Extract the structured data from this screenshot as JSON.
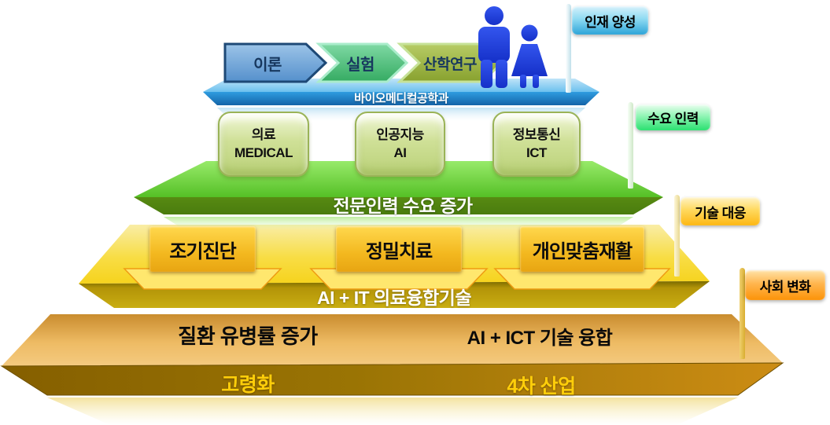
{
  "diagram": {
    "flags": [
      {
        "label": "인재 양성",
        "color": "#2da4d8"
      },
      {
        "label": "수요 인력",
        "color": "#2ae070"
      },
      {
        "label": "기술 대응",
        "color": "#fdb713"
      },
      {
        "label": "사회 변화",
        "color": "#fc9308"
      }
    ],
    "top_layer": {
      "platform_label": "바이오메디컬공학과",
      "platform_color": "#2f9ce0",
      "arrows": [
        {
          "label": "이론",
          "color": "#5590cc"
        },
        {
          "label": "실험",
          "color": "#35ab62"
        },
        {
          "label": "산학연구",
          "color": "#88a12e"
        }
      ],
      "people_icons": [
        "man-icon",
        "woman-icon"
      ]
    },
    "demand_layer": {
      "platform_label": "전문인력 수요 증가",
      "platform_color": "#55c026",
      "boxes": [
        {
          "line1": "의료",
          "line2": "MEDICAL"
        },
        {
          "line1": "인공지능",
          "line2": "AI"
        },
        {
          "line1": "정보통신",
          "line2": "ICT"
        }
      ]
    },
    "tech_layer": {
      "platform_label": "AI + IT 의료융합기술",
      "platform_color": "#f6d31d",
      "boxes": [
        {
          "label": "조기진단"
        },
        {
          "label": "정밀치료"
        },
        {
          "label": "개인맞춤재활"
        }
      ]
    },
    "base_layer": {
      "platform_color": "#f2c87e",
      "top_labels": [
        {
          "label": "질환 유병률 증가"
        },
        {
          "label": "AI + ICT 기술 융합"
        }
      ],
      "front_labels": [
        {
          "label": "고령화"
        },
        {
          "label": "4차 산업"
        }
      ]
    }
  }
}
